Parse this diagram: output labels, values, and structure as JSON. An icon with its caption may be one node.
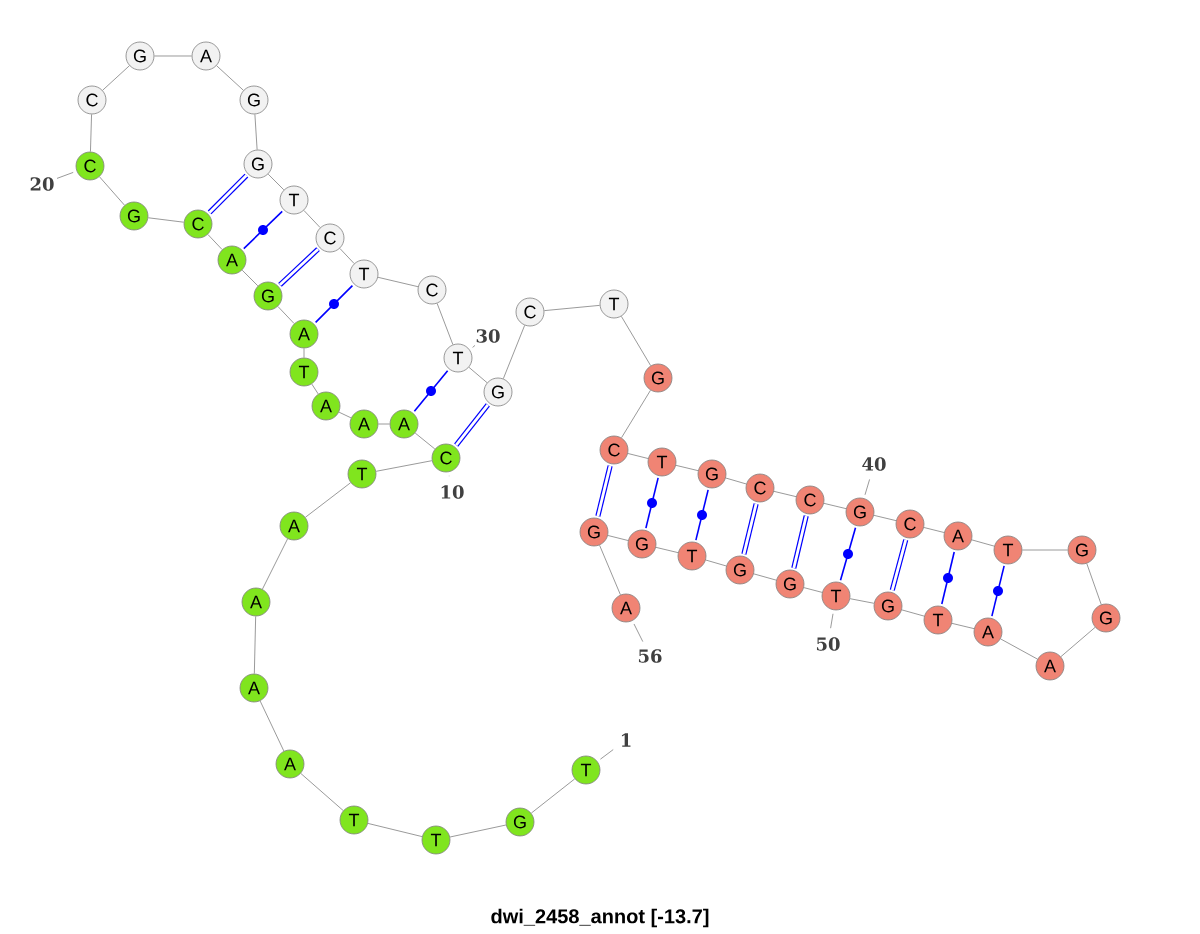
{
  "diagram": {
    "caption": "dwi_2458_annot [-13.7]",
    "nodes": [
      {
        "text": [
          "T"
        ],
        "beside": [
          "1"
        ]
      },
      {
        "text": [
          "G"
        ]
      },
      {
        "text": [
          "T"
        ]
      },
      {
        "text": [
          "T"
        ]
      },
      {
        "text": [
          "A"
        ]
      },
      {
        "text": [
          "A"
        ]
      },
      {
        "text": [
          "A"
        ]
      },
      {
        "text": [
          "A"
        ]
      },
      {
        "text": [
          "T"
        ]
      },
      {
        "text": [
          "C"
        ],
        "beside": [
          "10"
        ]
      },
      {
        "text": [
          "A"
        ]
      },
      {
        "text": [
          "A"
        ]
      },
      {
        "text": [
          "A"
        ]
      },
      {
        "text": [
          "T"
        ]
      },
      {
        "text": [
          "A"
        ]
      },
      {
        "text": [
          "G"
        ]
      },
      {
        "text": [
          "A"
        ]
      },
      {
        "text": [
          "C"
        ]
      },
      {
        "text": [
          "G"
        ]
      },
      {
        "text": [
          "C"
        ],
        "beside": [
          "20"
        ]
      },
      {
        "text": [
          "C"
        ]
      },
      {
        "text": [
          "G"
        ]
      },
      {
        "text": [
          "A"
        ]
      },
      {
        "text": [
          "G"
        ]
      },
      {
        "text": [
          "G"
        ]
      },
      {
        "text": [
          "T"
        ]
      },
      {
        "text": [
          "C"
        ]
      },
      {
        "text": [
          "T"
        ]
      },
      {
        "text": [
          "C"
        ]
      },
      {
        "text": [
          "T"
        ],
        "beside": [
          "30"
        ]
      },
      {
        "text": [
          "G"
        ]
      },
      {
        "text": [
          "C"
        ]
      },
      {
        "text": [
          "T"
        ]
      },
      {
        "text": [
          "G"
        ]
      },
      {
        "text": [
          "C"
        ]
      },
      {
        "text": [
          "T"
        ]
      },
      {
        "text": [
          "G"
        ]
      },
      {
        "text": [
          "C"
        ]
      },
      {
        "text": [
          "C"
        ]
      },
      {
        "text": [
          "G"
        ],
        "beside": [
          "40"
        ]
      },
      {
        "text": [
          "C"
        ]
      },
      {
        "text": [
          "A"
        ]
      },
      {
        "text": [
          "T"
        ]
      },
      {
        "text": [
          "G"
        ]
      },
      {
        "text": [
          "G"
        ]
      },
      {
        "text": [
          "A"
        ]
      },
      {
        "text": [
          "A"
        ]
      },
      {
        "text": [
          "T"
        ]
      },
      {
        "text": [
          "G"
        ]
      },
      {
        "text": [
          "T"
        ],
        "beside": [
          "50"
        ]
      },
      {
        "text": [
          "G"
        ]
      },
      {
        "text": [
          "G"
        ]
      },
      {
        "text": [
          "T"
        ]
      },
      {
        "text": [
          "G"
        ]
      },
      {
        "text": [
          "G"
        ]
      },
      {
        "text": [
          "A"
        ],
        "beside": [
          "56"
        ]
      }
    ],
    "edges": [
      {
        "from": 0,
        "to": 1,
        "arrow": "none"
      },
      {
        "from": 1,
        "to": 2,
        "arrow": "none"
      },
      {
        "from": 2,
        "to": 3,
        "arrow": "none"
      },
      {
        "from": 3,
        "to": 4,
        "arrow": "none"
      },
      {
        "from": 4,
        "to": 5,
        "arrow": "none"
      },
      {
        "from": 5,
        "to": 6,
        "arrow": "none"
      },
      {
        "from": 6,
        "to": 7,
        "arrow": "none"
      },
      {
        "from": 7,
        "to": 8,
        "arrow": "none"
      },
      {
        "from": 8,
        "to": 9,
        "arrow": "none"
      },
      {
        "from": 9,
        "to": 10,
        "arrow": "none"
      },
      {
        "from": 10,
        "to": 11,
        "arrow": "none"
      },
      {
        "from": 11,
        "to": 12,
        "arrow": "none"
      },
      {
        "from": 12,
        "to": 13,
        "arrow": "none"
      },
      {
        "from": 13,
        "to": 14,
        "arrow": "none"
      },
      {
        "from": 14,
        "to": 15,
        "arrow": "none"
      },
      {
        "from": 15,
        "to": 16,
        "arrow": "none"
      },
      {
        "from": 16,
        "to": 17,
        "arrow": "none"
      },
      {
        "from": 17,
        "to": 18,
        "arrow": "none"
      },
      {
        "from": 18,
        "to": 19,
        "arrow": "none"
      },
      {
        "from": 19,
        "to": 20,
        "arrow": "none"
      },
      {
        "from": 20,
        "to": 21,
        "arrow": "none"
      },
      {
        "from": 21,
        "to": 22,
        "arrow": "none"
      },
      {
        "from": 22,
        "to": 23,
        "arrow": "none"
      },
      {
        "from": 23,
        "to": 24,
        "arrow": "none"
      },
      {
        "from": 24,
        "to": 25,
        "arrow": "none"
      },
      {
        "from": 25,
        "to": 26,
        "arrow": "none"
      },
      {
        "from": 26,
        "to": 27,
        "arrow": "none"
      },
      {
        "from": 27,
        "to": 28,
        "arrow": "none"
      },
      {
        "from": 28,
        "to": 29,
        "arrow": "none"
      },
      {
        "from": 29,
        "to": 30,
        "arrow": "none"
      },
      {
        "from": 30,
        "to": 31,
        "arrow": "none"
      },
      {
        "from": 31,
        "to": 32,
        "arrow": "none"
      },
      {
        "from": 32,
        "to": 33,
        "arrow": "none"
      },
      {
        "from": 33,
        "to": 34,
        "arrow": "none"
      },
      {
        "from": 34,
        "to": 35,
        "arrow": "none"
      },
      {
        "from": 35,
        "to": 36,
        "arrow": "none"
      },
      {
        "from": 36,
        "to": 37,
        "arrow": "none"
      },
      {
        "from": 37,
        "to": 38,
        "arrow": "none"
      },
      {
        "from": 38,
        "to": 39,
        "arrow": "none"
      },
      {
        "from": 39,
        "to": 40,
        "arrow": "none"
      },
      {
        "from": 40,
        "to": 41,
        "arrow": "none"
      },
      {
        "from": 41,
        "to": 42,
        "arrow": "none"
      },
      {
        "from": 42,
        "to": 43,
        "arrow": "none"
      },
      {
        "from": 43,
        "to": 44,
        "arrow": "none"
      },
      {
        "from": 44,
        "to": 45,
        "arrow": "none"
      },
      {
        "from": 45,
        "to": 46,
        "arrow": "none"
      },
      {
        "from": 46,
        "to": 47,
        "arrow": "none"
      },
      {
        "from": 47,
        "to": 48,
        "arrow": "none"
      },
      {
        "from": 48,
        "to": 49,
        "arrow": "none"
      },
      {
        "from": 49,
        "to": 50,
        "arrow": "none"
      },
      {
        "from": 50,
        "to": 51,
        "arrow": "none"
      },
      {
        "from": 51,
        "to": 52,
        "arrow": "none"
      },
      {
        "from": 52,
        "to": 53,
        "arrow": "none"
      },
      {
        "from": 53,
        "to": 54,
        "arrow": "none"
      },
      {
        "from": 54,
        "to": 55,
        "arrow": "none"
      },
      {
        "from": 9,
        "to": 30,
        "arrow": "none",
        "style": "thick",
        "color": "#0000ff"
      },
      {
        "from": 10,
        "to": 29,
        "arrow": "none",
        "color": "#0000ff"
      },
      {
        "from": 14,
        "to": 27,
        "arrow": "none",
        "color": "#0000ff"
      },
      {
        "from": 15,
        "to": 26,
        "arrow": "none",
        "style": "thick",
        "color": "#0000ff"
      },
      {
        "from": 16,
        "to": 25,
        "arrow": "none",
        "color": "#0000ff"
      },
      {
        "from": 17,
        "to": 24,
        "arrow": "none",
        "style": "thick",
        "color": "#0000ff"
      },
      {
        "from": 34,
        "to": 54,
        "arrow": "none",
        "style": "thick",
        "color": "#0000ff"
      },
      {
        "from": 35,
        "to": 53,
        "arrow": "none",
        "color": "#0000ff"
      },
      {
        "from": 36,
        "to": 52,
        "arrow": "none",
        "color": "#0000ff"
      },
      {
        "from": 37,
        "to": 51,
        "arrow": "none",
        "style": "thick",
        "color": "#0000ff"
      },
      {
        "from": 38,
        "to": 50,
        "arrow": "none",
        "style": "thick",
        "color": "#0000ff"
      },
      {
        "from": 39,
        "to": 49,
        "arrow": "none",
        "color": "#0000ff"
      },
      {
        "from": 40,
        "to": 48,
        "arrow": "none",
        "style": "thick",
        "color": "#0000ff"
      },
      {
        "from": 41,
        "to": 47,
        "arrow": "none",
        "color": "#0000ff"
      },
      {
        "from": 42,
        "to": 46,
        "arrow": "none",
        "color": "#0000ff"
      }
    ]
  }
}
